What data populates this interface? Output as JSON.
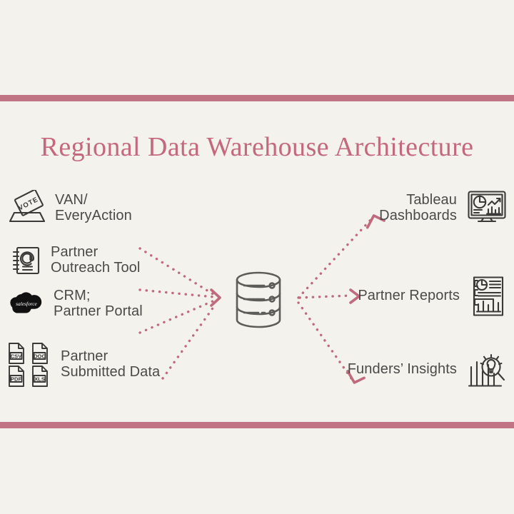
{
  "slide": {
    "title": "Regional Data Warehouse Architecture",
    "accent_color": "#c17484",
    "title_color": "#c4687e",
    "background_color": "#f4f2ed",
    "label_color": "#4a4a48",
    "icon_color": "#3a3a38"
  },
  "sources": [
    {
      "id": "van",
      "label": "VAN/\nEveryAction",
      "icon": "vote-ballot-icon"
    },
    {
      "id": "outreach",
      "label": "Partner\nOutreach Tool",
      "icon": "address-book-at-icon"
    },
    {
      "id": "crm",
      "label": "CRM;\nPartner Portal",
      "icon": "salesforce-cloud-icon",
      "icon_text": "salesforce"
    },
    {
      "id": "files",
      "label": "Partner\nSubmitted Data",
      "icon": "file-types-icon",
      "file_types": [
        "CSV",
        "DOC",
        "PDF",
        "XLS"
      ]
    }
  ],
  "warehouse": {
    "id": "warehouse",
    "icon": "database-cylinder-icon",
    "label": ""
  },
  "outputs": [
    {
      "id": "tableau",
      "label": "Tableau\nDashboards",
      "icon": "dashboard-monitor-icon"
    },
    {
      "id": "reports",
      "label": "Partner Reports",
      "icon": "report-document-icon"
    },
    {
      "id": "funders",
      "label": "Funders’ Insights",
      "icon": "insight-magnifier-bulb-icon"
    }
  ],
  "flows": [
    {
      "from": "van",
      "to": "warehouse",
      "style": "dotted-arrow"
    },
    {
      "from": "outreach",
      "to": "warehouse",
      "style": "dotted-arrow"
    },
    {
      "from": "crm",
      "to": "warehouse",
      "style": "dotted-arrow"
    },
    {
      "from": "files",
      "to": "warehouse",
      "style": "dotted-arrow"
    },
    {
      "from": "warehouse",
      "to": "tableau",
      "style": "dotted-arrow"
    },
    {
      "from": "warehouse",
      "to": "reports",
      "style": "dotted-arrow"
    },
    {
      "from": "warehouse",
      "to": "funders",
      "style": "dotted-arrow"
    }
  ]
}
